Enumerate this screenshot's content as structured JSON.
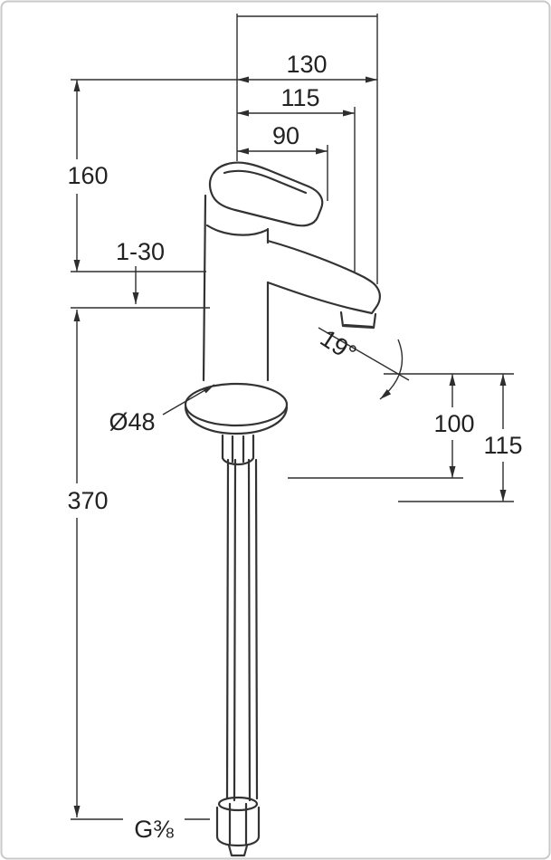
{
  "colors": {
    "line": "#2e2e2e",
    "text": "#222222",
    "background": "#ffffff",
    "border": "#c9c9c9"
  },
  "drawing": {
    "dims": {
      "d130": "130",
      "d115_top": "115",
      "d90": "90",
      "d160": "160",
      "range": "1-30",
      "diameter": "Ø48",
      "angle": "19°",
      "d100": "100",
      "d115_right": "115",
      "d370": "370",
      "thread": "G⅜"
    }
  }
}
